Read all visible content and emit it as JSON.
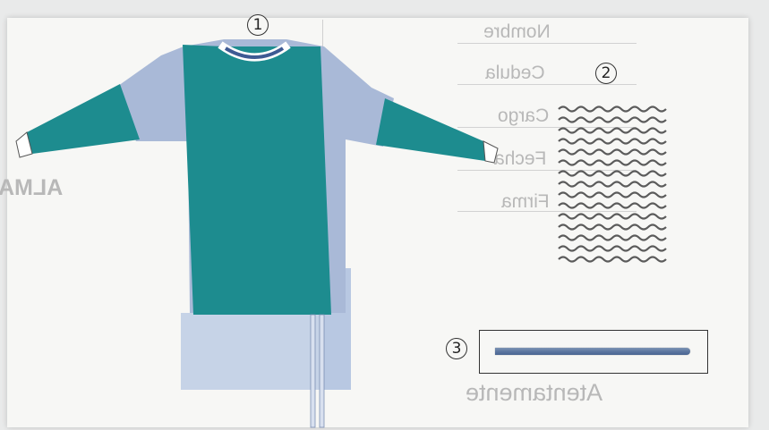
{
  "figure": {
    "markers": {
      "neck": "1",
      "fabric": "2",
      "tie": "3"
    },
    "bleed_through": {
      "rows": [
        "Nombre",
        "Cedula",
        "Cargo",
        "Fecha",
        "Firma"
      ],
      "bottom": "Atentamente",
      "left_fragment": "ALMA"
    }
  },
  "colors": {
    "teal": "#1d8c8f",
    "light_blue": "#a8b8d6",
    "pale_blue": "#c3d0e6",
    "collar": "#3e5a93",
    "tie": "#5d77a1",
    "fabric_wave": "#5b5b5b"
  }
}
